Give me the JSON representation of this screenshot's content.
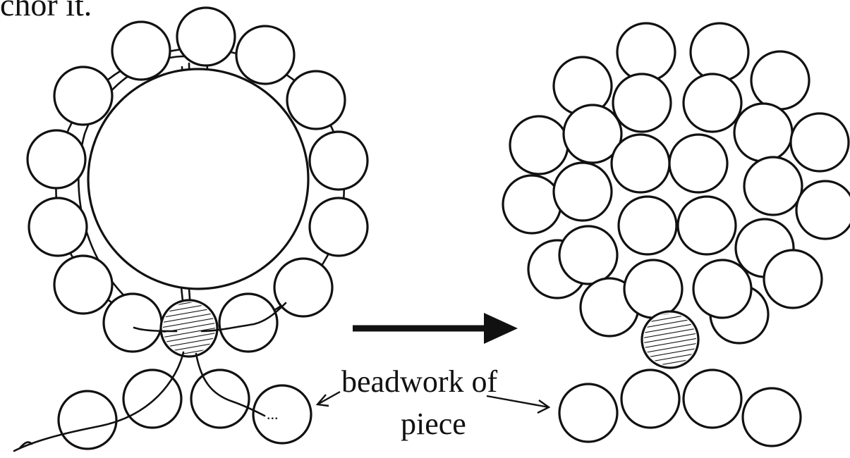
{
  "heading_fragment": "chor it.",
  "label": {
    "line1": "beadwork of",
    "line2": "piece"
  },
  "ellipsis": "...",
  "colors": {
    "ink": "#111111",
    "paper": "#ffffff"
  }
}
